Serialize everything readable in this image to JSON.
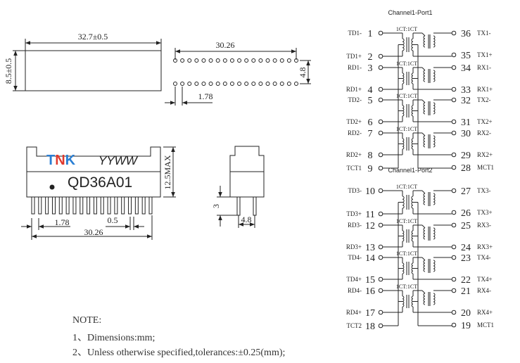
{
  "top_view": {
    "length_dim": "32.7±0.5",
    "height_dim": "8.5±0.5"
  },
  "footprint": {
    "row_span_dim": "30.26",
    "row_spacing_dim": "4.8",
    "pin_pitch_dim": "1.78",
    "pins_per_row": 18
  },
  "front_view": {
    "logo": "TNK",
    "date_code": "YYWW",
    "part_number": "QD36A01",
    "height_dim": "12.5MAX",
    "pitch_dim": "1.78",
    "lead_dim": "0.5",
    "span_dim": "30.26",
    "pin_count": 18
  },
  "side_view": {
    "lead_length_dim": "3",
    "row_spacing_dim": "4.8"
  },
  "schematic": {
    "port1_title": "Channel1-Port1",
    "port2_title": "Channel1-Port2",
    "ratio_label": "1CT:1CT",
    "pins_left_port1": [
      {
        "num": "1",
        "name": "TD1-"
      },
      {
        "num": "2",
        "name": "TD1+"
      },
      {
        "num": "3",
        "name": "RD1-"
      },
      {
        "num": "4",
        "name": "RD1+"
      },
      {
        "num": "5",
        "name": "TD2-"
      },
      {
        "num": "6",
        "name": "TD2+"
      },
      {
        "num": "7",
        "name": "RD2-"
      },
      {
        "num": "8",
        "name": "RD2+"
      },
      {
        "num": "9",
        "name": "TCT1"
      }
    ],
    "pins_right_port1": [
      {
        "num": "36",
        "name": "TX1-"
      },
      {
        "num": "35",
        "name": "TX1+"
      },
      {
        "num": "34",
        "name": "RX1-"
      },
      {
        "num": "33",
        "name": "RX1+"
      },
      {
        "num": "32",
        "name": "TX2-"
      },
      {
        "num": "31",
        "name": "TX2+"
      },
      {
        "num": "30",
        "name": "RX2-"
      },
      {
        "num": "29",
        "name": "RX2+"
      },
      {
        "num": "28",
        "name": "MCT1"
      }
    ],
    "pins_left_port2": [
      {
        "num": "10",
        "name": "TD3-"
      },
      {
        "num": "11",
        "name": "TD3+"
      },
      {
        "num": "12",
        "name": "RD3-"
      },
      {
        "num": "13",
        "name": "RD3+"
      },
      {
        "num": "14",
        "name": "TD4-"
      },
      {
        "num": "15",
        "name": "TD4+"
      },
      {
        "num": "16",
        "name": "RD4-"
      },
      {
        "num": "17",
        "name": "RD4+"
      },
      {
        "num": "18",
        "name": "TCT2"
      }
    ],
    "pins_right_port2": [
      {
        "num": "27",
        "name": "TX3-"
      },
      {
        "num": "26",
        "name": "TX3+"
      },
      {
        "num": "25",
        "name": "RX3-"
      },
      {
        "num": "24",
        "name": "RX3+"
      },
      {
        "num": "23",
        "name": "TX4-"
      },
      {
        "num": "22",
        "name": "TX4+"
      },
      {
        "num": "21",
        "name": "RX4-"
      },
      {
        "num": "20",
        "name": "RX4+"
      },
      {
        "num": "19",
        "name": "MCT1"
      }
    ]
  },
  "notes": {
    "title": "NOTE:",
    "line1": "1、Dimensions:mm;",
    "line2": "2、Unless otherwise specified,tolerances:±0.25(mm);"
  },
  "colors": {
    "line": "#222222",
    "logo_blue": "#2a7fd4",
    "logo_red": "#e03a2f"
  }
}
